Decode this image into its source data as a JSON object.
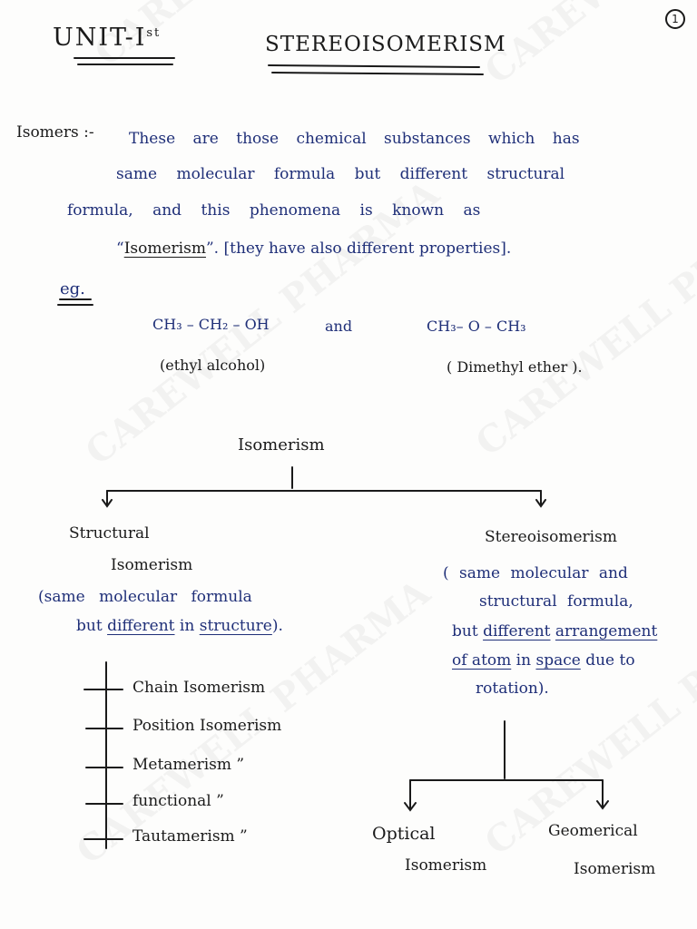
{
  "watermark": "CAREWELL PHARMA",
  "header": {
    "unit": "UNIT-I",
    "unit_sup": "st",
    "title": "STEREOISOMERISM",
    "page_number": "1"
  },
  "definition": {
    "term": "Isomers :-",
    "line1": "These are those chemical substances which has",
    "line2": "same molecular formula but different structural",
    "line3": "formula, and this phenomena is known as",
    "line4_quote_open": "“",
    "line4_term": "Isomerism",
    "line4_quote_close": "”.",
    "line4_rest": "[they have also different properties]."
  },
  "example": {
    "label": "eg.",
    "formula1": "CH₃ – CH₂ – OH",
    "and": "and",
    "formula2": "CH₃– O – CH₃",
    "name1": "(ethyl alcohol)",
    "name2": "( Dimethyl ether )."
  },
  "tree": {
    "root": "Isomerism",
    "left_title_1": "Structural",
    "left_title_2": "Isomerism",
    "left_desc_1": "(same molecular formula",
    "left_desc_2a": "but",
    "left_desc_2b": "different",
    "left_desc_2c": "in",
    "left_desc_2d": "structure",
    "left_desc_2e": ").",
    "left_items": [
      "Chain Isomerism",
      "Position Isomerism",
      "Metamerism ”",
      "functional ”",
      "Tautamerism ”"
    ],
    "right_title": "Stereoisomerism",
    "right_desc_1": "( same molecular and",
    "right_desc_2": "structural formula,",
    "right_desc_3a": "but",
    "right_desc_3b": "different",
    "right_desc_3c": "arrangement",
    "right_desc_4a": "of atom",
    "right_desc_4b": "in",
    "right_desc_4c": "space",
    "right_desc_4d": "due to",
    "right_desc_5": "rotation).",
    "sub_left_1": "Optical",
    "sub_left_2": "Isomerism",
    "sub_right_1": "Geomerical",
    "sub_right_2": "Isomerism"
  }
}
